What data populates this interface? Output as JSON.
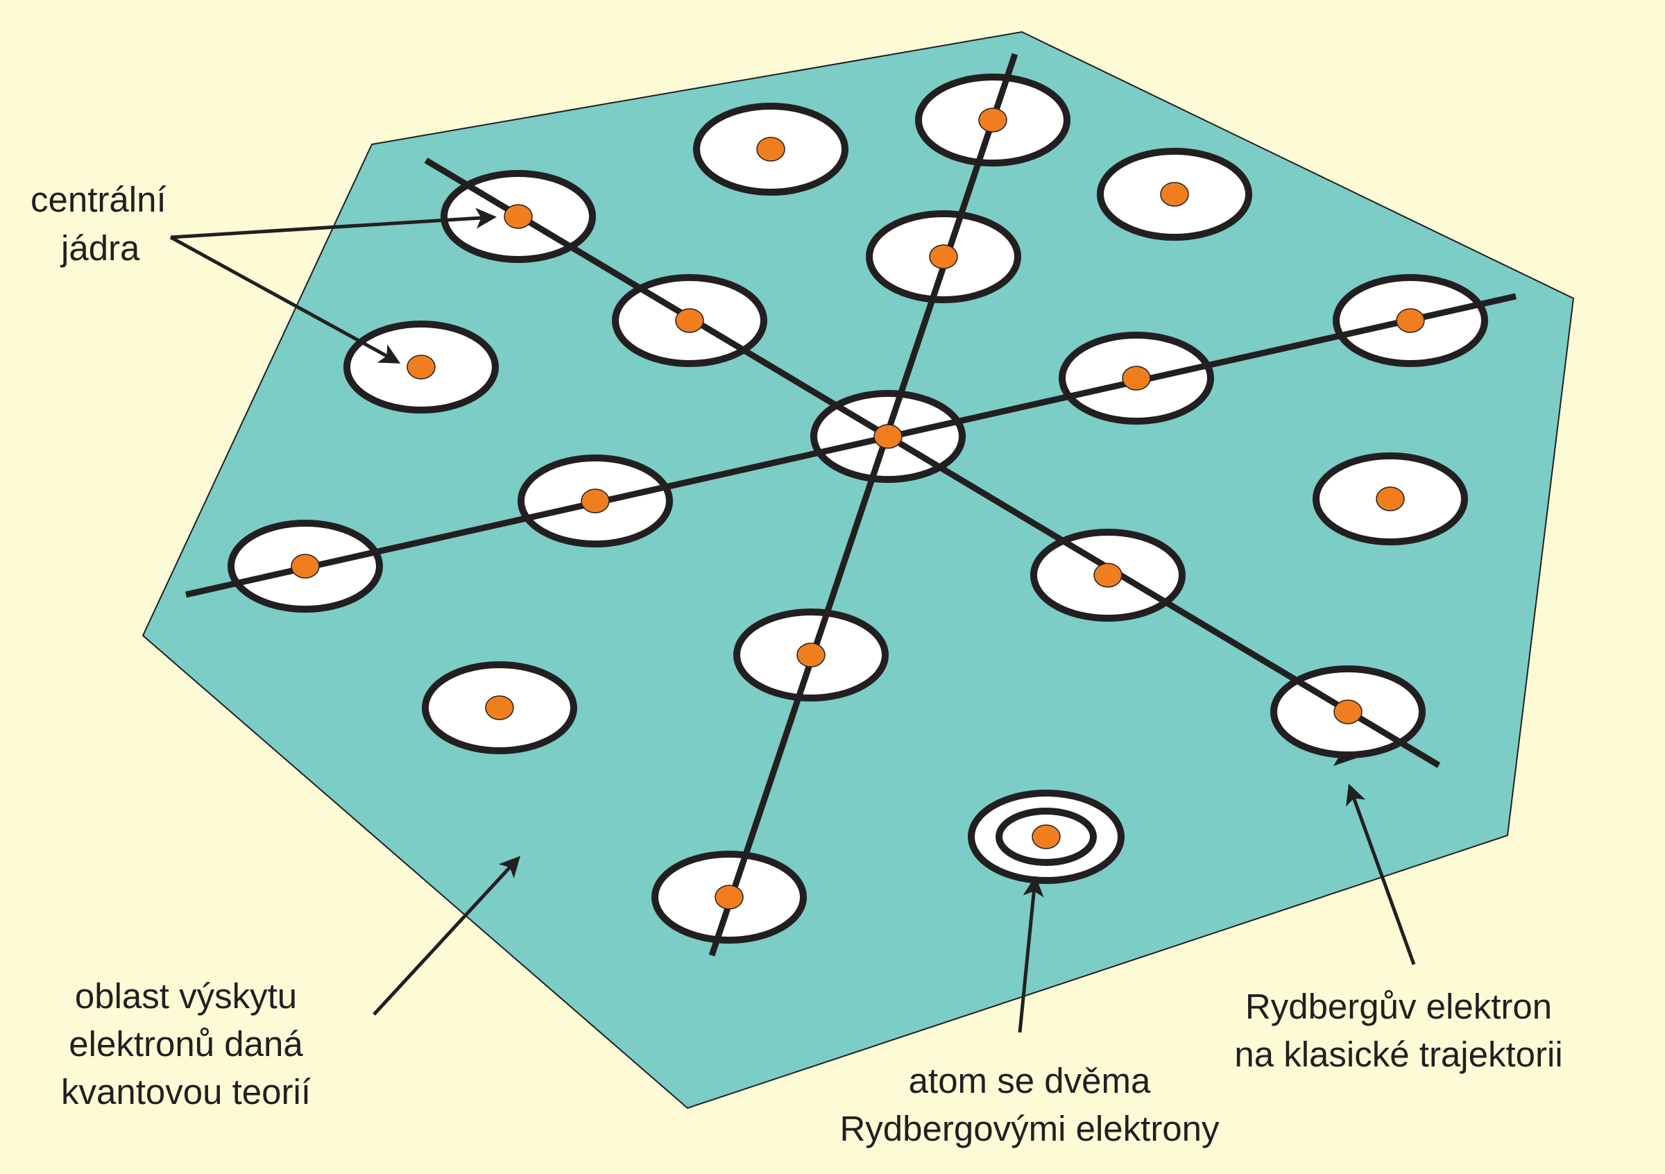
{
  "colors": {
    "background": "#fdfbd6",
    "region_fill": "#7bcdc6",
    "outline": "#231f20",
    "atom_fill": "#ffffff",
    "nucleus": "#f07e1f"
  },
  "labels": {
    "central_nuclei": [
      "centrální",
      "jádra"
    ],
    "electron_region": [
      "oblast výskytu",
      "elektronů daná",
      "kvantovou teorií"
    ],
    "classical_electron": [
      "Rydbergův elektron",
      "na klasické trajektorii"
    ],
    "double_atom": [
      "atom se dvěma",
      "Rydbergovými elektrony"
    ]
  }
}
